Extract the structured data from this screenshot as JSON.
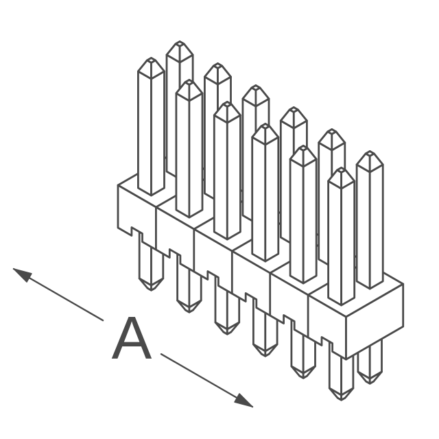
{
  "page": {
    "background_color": "#ffffff"
  },
  "drawing": {
    "subject": "isometric line drawing of a 2-row through-hole pin header connector",
    "component": {
      "pin_rows": 2,
      "positions_per_row": 6,
      "total_pins": 12
    },
    "dimension_label": "A",
    "colors": {
      "line": "#4a4a4a",
      "fill": "#ffffff",
      "label": "#4a4a4a"
    }
  }
}
